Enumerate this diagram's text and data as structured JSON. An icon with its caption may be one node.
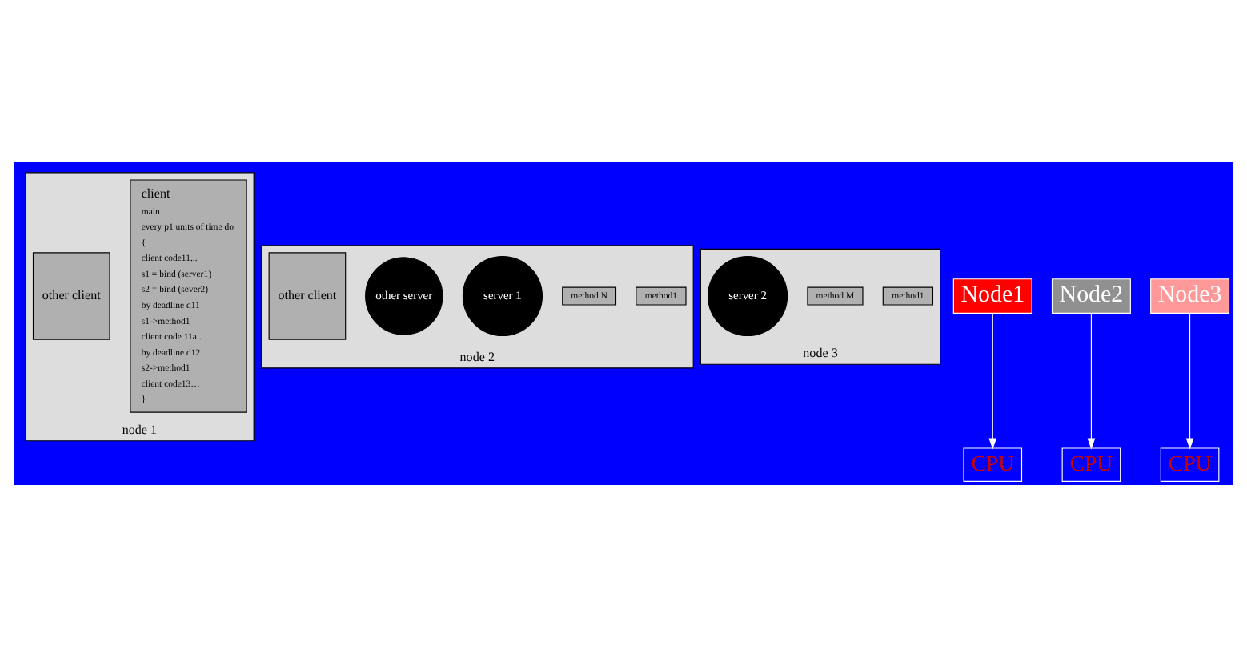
{
  "diagram": {
    "nodes": [
      {
        "text": [
          "node 1"
        ]
      },
      {
        "text": [
          "client",
          "main",
          "every p1 units of time do",
          "{",
          "client code11...",
          "s1 = bind (server1)",
          "s2 = bind (sever2)",
          "by deadline d11",
          "s1->method1",
          "client code 11a..",
          "by deadline d12",
          "s2->method1",
          "client code13…",
          "}"
        ],
        "in": 0
      },
      {
        "text": [
          "other client"
        ],
        "in": 0
      },
      {
        "text": [
          "node 2"
        ]
      },
      {
        "text": [
          "method1"
        ],
        "in": 3
      },
      {
        "text": [
          "method N"
        ],
        "in": 3
      },
      {
        "text": [
          "server 1"
        ],
        "in": 3
      },
      {
        "text": [
          "other server"
        ],
        "in": 3
      },
      {
        "text": [
          "other client"
        ],
        "in": 3
      },
      {
        "text": [
          "node 3"
        ]
      },
      {
        "text": [
          "method1"
        ],
        "in": 9
      },
      {
        "text": [
          "method M"
        ],
        "in": 9
      },
      {
        "text": [
          "server 2"
        ],
        "in": 9
      },
      {
        "text": [
          "Node1"
        ]
      },
      {
        "text": [
          "CPU"
        ]
      },
      {
        "text": [
          "Node2"
        ]
      },
      {
        "text": [
          "CPU"
        ]
      },
      {
        "text": [
          "Node3"
        ]
      },
      {
        "text": [
          "CPU"
        ]
      }
    ],
    "edges": [
      {
        "from": 13,
        "to": 14,
        "arrow": "to"
      },
      {
        "from": 15,
        "to": 16,
        "arrow": "to"
      },
      {
        "from": 17,
        "to": 18,
        "arrow": "to"
      }
    ]
  }
}
